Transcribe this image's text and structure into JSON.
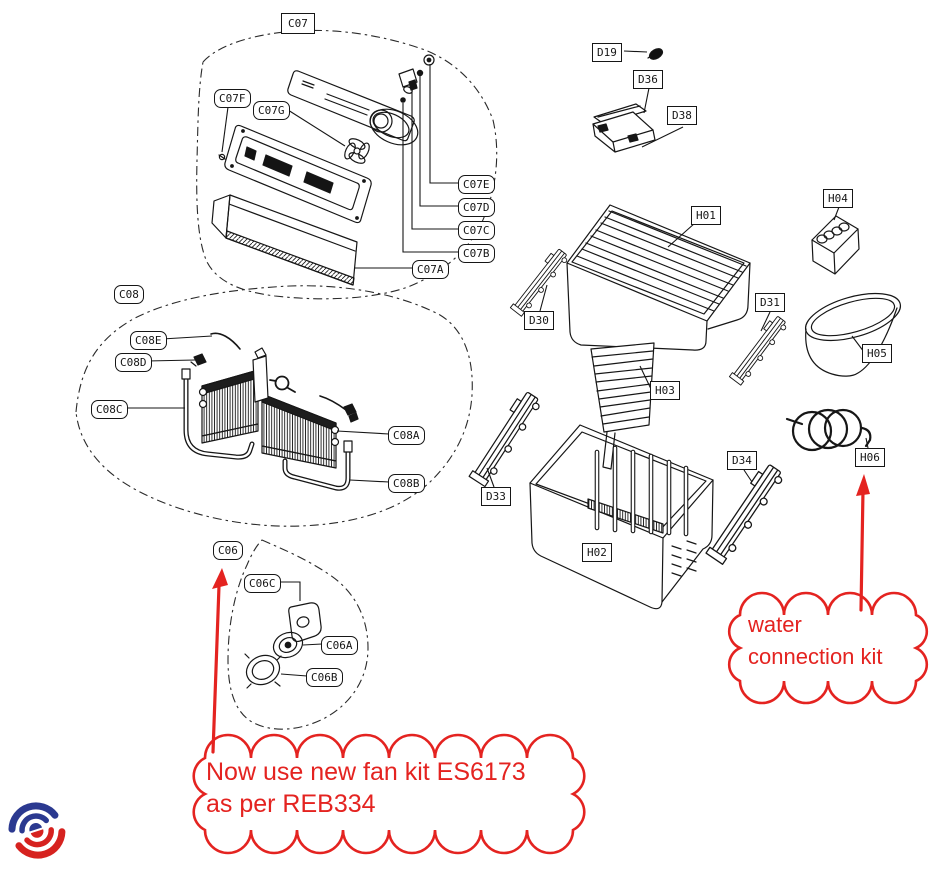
{
  "colors": {
    "line": "#161616",
    "annotation_red": "#e42320",
    "logo_blue": "#2b3990",
    "logo_red": "#d6221f"
  },
  "labels": {
    "c07": "C07",
    "c07f": "C07F",
    "c07g": "C07G",
    "c07e": "C07E",
    "c07d": "C07D",
    "c07c": "C07C",
    "c07b": "C07B",
    "c07a": "C07A",
    "d19": "D19",
    "d36": "D36",
    "d38": "D38",
    "h01": "H01",
    "h04": "H04",
    "d30": "D30",
    "d31": "D31",
    "h05": "H05",
    "c08": "C08",
    "c08e": "C08E",
    "c08d": "C08D",
    "c08c": "C08C",
    "c08a": "C08A",
    "c08b": "C08B",
    "h03": "H03",
    "d33": "D33",
    "h02": "H02",
    "d34": "D34",
    "h06": "H06",
    "c06": "C06",
    "c06c": "C06C",
    "c06a": "C06A",
    "c06b": "C06B"
  },
  "notes": {
    "fan_kit": {
      "line1": "Now use new fan kit ES6173",
      "line2": "as per REB334"
    },
    "water_kit": {
      "line1": "water",
      "line2": "connection kit"
    }
  }
}
